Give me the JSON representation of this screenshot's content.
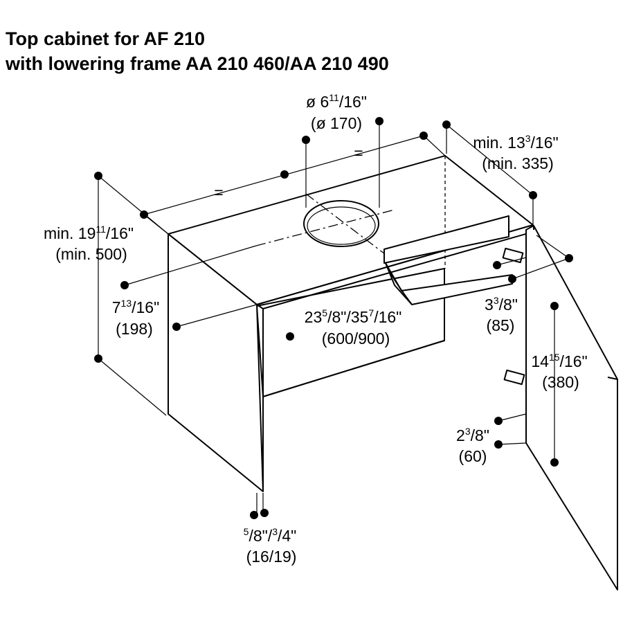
{
  "title": {
    "line1": "Top cabinet for AF 210",
    "line2": "with lowering frame AA 210 460/AA 210 490"
  },
  "dimensions": {
    "duct_diameter": {
      "prefix": "ø 6",
      "sup": "11",
      "frac": "/16\"",
      "metric": "(ø 170)"
    },
    "equal_mark": "=",
    "rear_clearance": {
      "prefix": "min. 13",
      "sup": "3",
      "frac": "/16\"",
      "metric": "(min. 335)"
    },
    "height": {
      "prefix": "min. 19",
      "sup": "11",
      "frac": "/16\"",
      "metric": "(min. 500)"
    },
    "front_height": {
      "prefix": "7",
      "sup": "13",
      "frac": "/16\"",
      "metric": "(198)"
    },
    "width": {
      "p1": "23",
      "s1": "5",
      "m1": "/8\"/35",
      "s2": "7",
      "m2": "/16\"",
      "metric": "(600/900)"
    },
    "frame_depth": {
      "prefix": "3",
      "sup": "3",
      "frac": "/8\"",
      "metric": "(85)"
    },
    "hinge_spacing": {
      "prefix": "14",
      "sup": "15",
      "frac": "/16\"",
      "metric": "(380)"
    },
    "hinge_offset": {
      "prefix": "2",
      "sup": "3",
      "frac": "/8\"",
      "metric": "(60)"
    },
    "panel_thickness": {
      "sup1": "5",
      "m1": "/8\"/",
      "sup2": "3",
      "m2": "/4\"",
      "metric": "(16/19)"
    }
  }
}
